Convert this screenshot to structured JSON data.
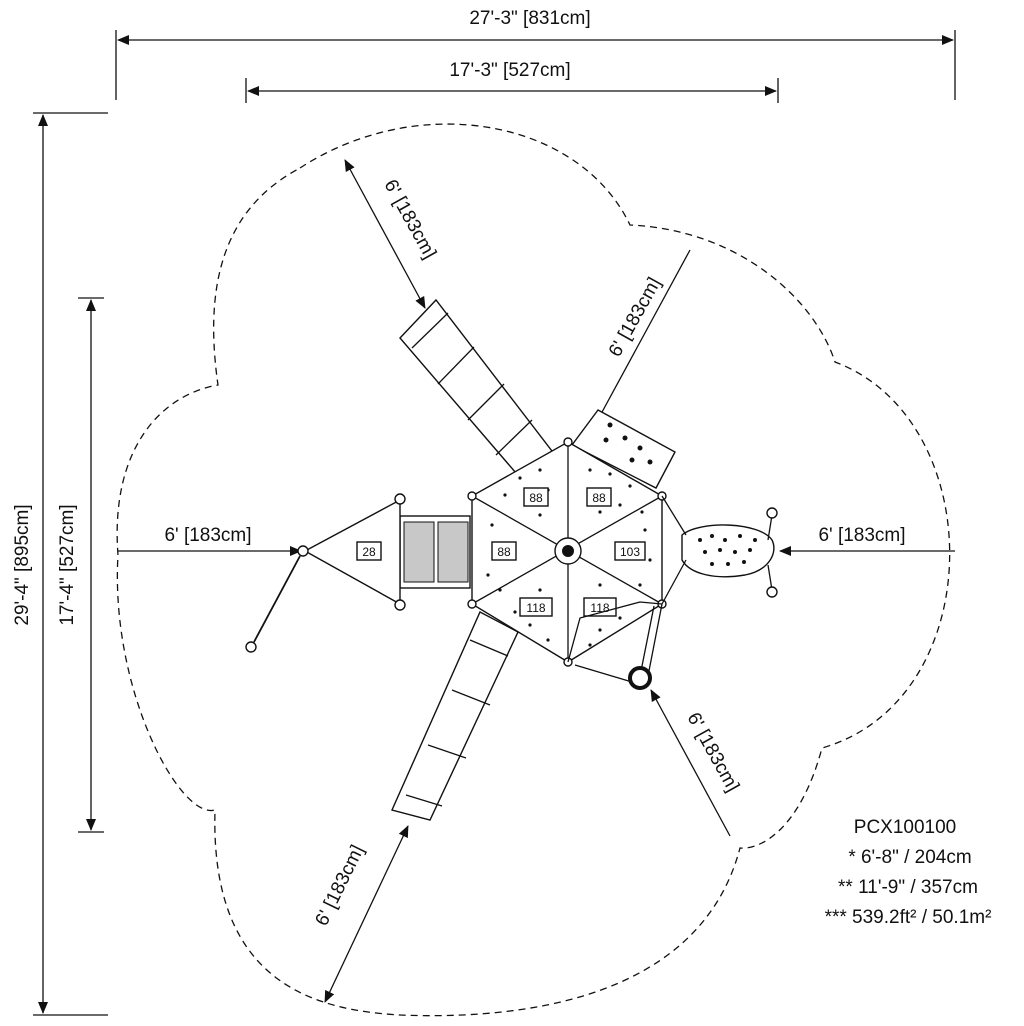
{
  "dimensions": {
    "overall_width": "27'-3\" [831cm]",
    "inner_width": "17'-3\" [527cm]",
    "overall_depth": "29'-4\" [895cm]",
    "inner_depth": "17'-4\" [527cm]",
    "clearance_top_left": "6' [183cm]",
    "clearance_top_right": "6' [183cm]",
    "clearance_left": "6' [183cm]",
    "clearance_right": "6' [183cm]",
    "clearance_bottom_right": "6' [183cm]",
    "clearance_bottom_left": "6' [183cm]"
  },
  "component_tags": {
    "panel_top_left": "88",
    "panel_top_right": "88",
    "panel_left": "88",
    "panel_right": "103",
    "panel_bottom_left": "118",
    "panel_bottom_right": "118",
    "canopy": "28"
  },
  "notes": {
    "model": "PCX100100",
    "line1": "* 6'-8\" / 204cm",
    "line2": "** 11'-9\" / 357cm",
    "line3": "*** 539.2ft² / 50.1m²"
  }
}
